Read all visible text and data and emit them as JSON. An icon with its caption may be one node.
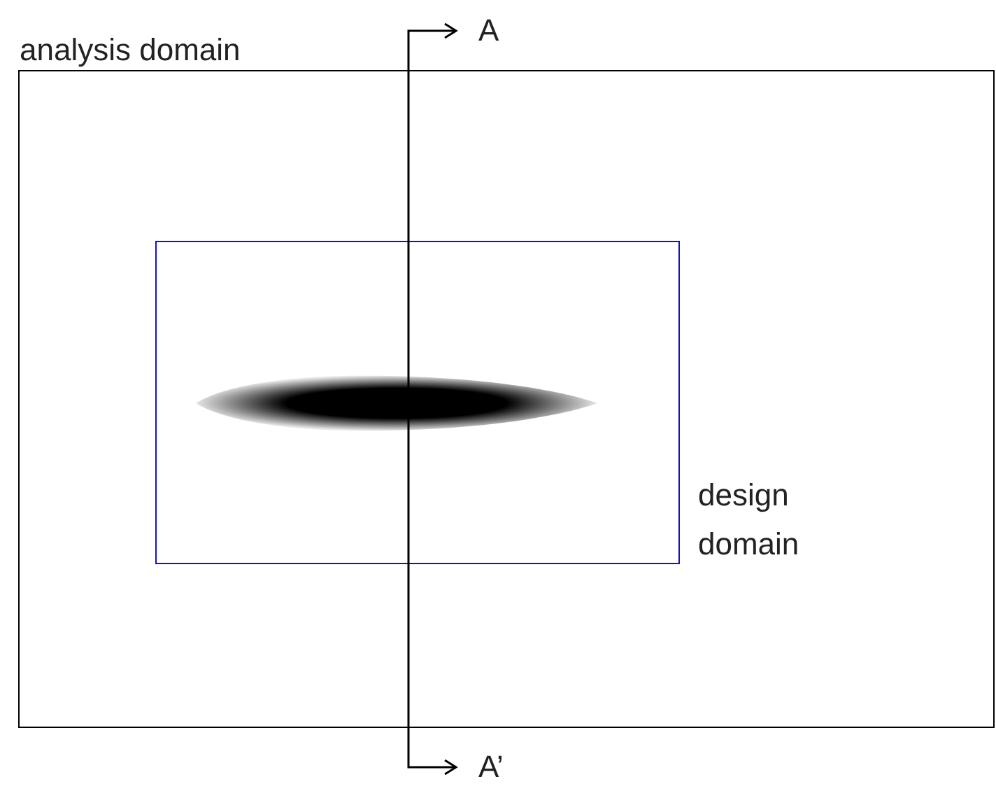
{
  "diagram": {
    "nodes": [
      {
        "text": [
          "analysis domain"
        ]
      },
      {
        "text": [
          "design domain"
        ],
        "in": 0
      },
      {
        "text": [],
        "shape": "ellipse",
        "in": 1
      }
    ],
    "labels": [
      "A",
      "A’"
    ]
  }
}
